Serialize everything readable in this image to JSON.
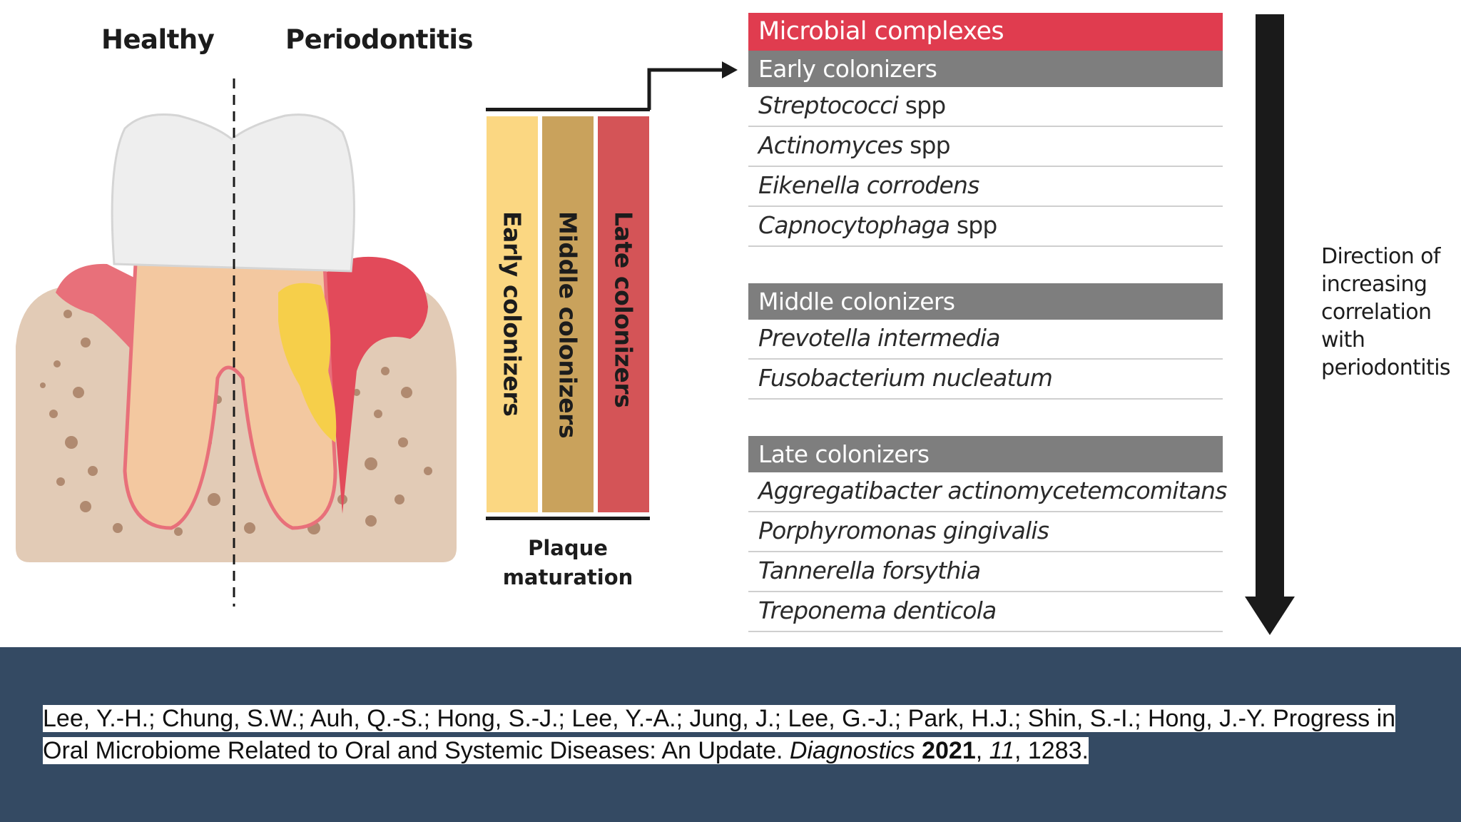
{
  "diagram": {
    "labels": {
      "healthy": "Healthy",
      "periodontitis": "Periodontitis"
    },
    "plaque": {
      "columns": [
        "Early colonizers",
        "Middle colonizers",
        "Late colonizers"
      ],
      "column_colors": [
        "#fbd782",
        "#c9a25c",
        "#d45457"
      ],
      "caption_line1": "Plaque",
      "caption_line2": "maturation"
    },
    "table": {
      "header": "Microbial complexes",
      "header_color": "#e03c4f",
      "groups": [
        {
          "title": "Early colonizers",
          "items": [
            {
              "italic": "Streptococci",
              "rest": " spp"
            },
            {
              "italic": "Actinomyces",
              "rest": " spp"
            },
            {
              "italic": "Eikenella corrodens",
              "rest": ""
            },
            {
              "italic": "Capnocytophaga",
              "rest": " spp"
            }
          ]
        },
        {
          "title": "Middle colonizers",
          "items": [
            {
              "italic": "Prevotella intermedia",
              "rest": ""
            },
            {
              "italic": "Fusobacterium nucleatum",
              "rest": ""
            }
          ]
        },
        {
          "title": "Late colonizers",
          "items": [
            {
              "italic": "Aggregatibacter actinomycetemcomitans",
              "rest": ""
            },
            {
              "italic": "Porphyromonas gingivalis",
              "rest": ""
            },
            {
              "italic": "Tannerella forsythia",
              "rest": ""
            },
            {
              "italic": "Treponema denticola",
              "rest": ""
            }
          ]
        }
      ]
    },
    "direction": {
      "line1": "Direction of",
      "line2": "increasing",
      "line3": "correlation",
      "line4": "with",
      "line5": "periodontitis"
    }
  },
  "citation": {
    "authors": "Lee, Y.-H.; Chung, S.W.; Auh, Q.-S.; Hong, S.-J.; Lee, Y.-A.; Jung, J.; Lee, G.-J.; Park, H.J.; Shin, S.-I.; Hong, J.-Y.",
    "title": " Progress in Oral Microbiome Related to Oral and Systemic Diseases: An Update. ",
    "journal": "Diagnostics",
    "year": "2021",
    "volume": "11",
    "pages": "1283."
  },
  "colors": {
    "band": "#344a63",
    "gum": "#e8707a",
    "bone": "#e2cbb6",
    "plaque_deposit": "#f6cf4a"
  }
}
